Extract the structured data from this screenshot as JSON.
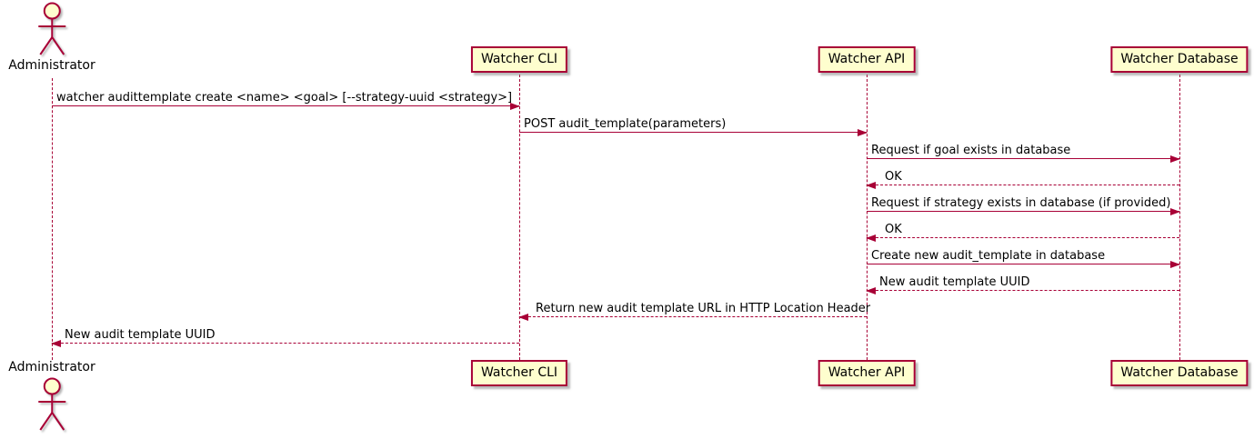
{
  "diagram": {
    "type": "sequence-diagram",
    "colors": {
      "accent": "#A80036",
      "participant_fill": "#FEFECE",
      "background": "#FFFFFF",
      "text": "#000000"
    },
    "actors": [
      {
        "name": "Administrator"
      }
    ],
    "participants": [
      {
        "label": "Watcher CLI"
      },
      {
        "label": "Watcher API"
      },
      {
        "label": "Watcher Database"
      }
    ],
    "messages": [
      {
        "from": "Administrator",
        "to": "Watcher CLI",
        "style": "solid",
        "label": "watcher audittemplate create <name> <goal> [--strategy-uuid <strategy>]"
      },
      {
        "from": "Watcher CLI",
        "to": "Watcher API",
        "style": "solid",
        "label": "POST audit_template(parameters)"
      },
      {
        "from": "Watcher API",
        "to": "Watcher Database",
        "style": "solid",
        "label": "Request if goal exists in database"
      },
      {
        "from": "Watcher Database",
        "to": "Watcher API",
        "style": "dashed",
        "label": "OK"
      },
      {
        "from": "Watcher API",
        "to": "Watcher Database",
        "style": "solid",
        "label": "Request if strategy exists in database (if provided)"
      },
      {
        "from": "Watcher Database",
        "to": "Watcher API",
        "style": "dashed",
        "label": "OK"
      },
      {
        "from": "Watcher API",
        "to": "Watcher Database",
        "style": "solid",
        "label": "Create new audit_template in database"
      },
      {
        "from": "Watcher Database",
        "to": "Watcher API",
        "style": "dashed",
        "label": "New audit template UUID"
      },
      {
        "from": "Watcher API",
        "to": "Watcher CLI",
        "style": "dashed",
        "label": "Return new audit template URL in HTTP Location Header"
      },
      {
        "from": "Watcher CLI",
        "to": "Administrator",
        "style": "dashed",
        "label": "New audit template UUID"
      }
    ]
  }
}
